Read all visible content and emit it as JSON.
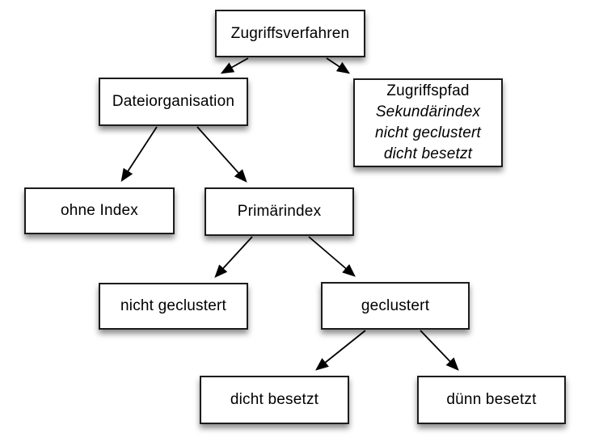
{
  "diagram": {
    "nodes": {
      "zugriffsverfahren": {
        "label": "Zugriffsverfahren"
      },
      "dateiorganisation": {
        "label": "Dateiorganisation"
      },
      "zugriffspfad": {
        "line1": "Zugriffspfad",
        "line2": "Sekundärindex",
        "line3": "nicht geclustert",
        "line4": "dicht besetzt"
      },
      "ohne_index": {
        "label": "ohne Index"
      },
      "primaerindex": {
        "label": "Primärindex"
      },
      "nicht_geclustert": {
        "label": "nicht geclustert"
      },
      "geclustert": {
        "label": "geclustert"
      },
      "dicht_besetzt": {
        "label": "dicht besetzt"
      },
      "duenn_besetzt": {
        "label": "dünn besetzt"
      }
    },
    "edges": [
      {
        "from": "Zugriffsverfahren",
        "to": "Dateiorganisation"
      },
      {
        "from": "Zugriffsverfahren",
        "to": "Zugriffspfad"
      },
      {
        "from": "Dateiorganisation",
        "to": "ohne Index"
      },
      {
        "from": "Dateiorganisation",
        "to": "Primärindex"
      },
      {
        "from": "Primärindex",
        "to": "nicht geclustert"
      },
      {
        "from": "Primärindex",
        "to": "geclustert"
      },
      {
        "from": "geclustert",
        "to": "dicht besetzt"
      },
      {
        "from": "geclustert",
        "to": "dünn besetzt"
      }
    ],
    "colors": {
      "background": "#ffffff",
      "box_fill": "#ffffff",
      "box_border": "#1c1c1c",
      "arrow": "#000000",
      "text": "#000000"
    }
  }
}
